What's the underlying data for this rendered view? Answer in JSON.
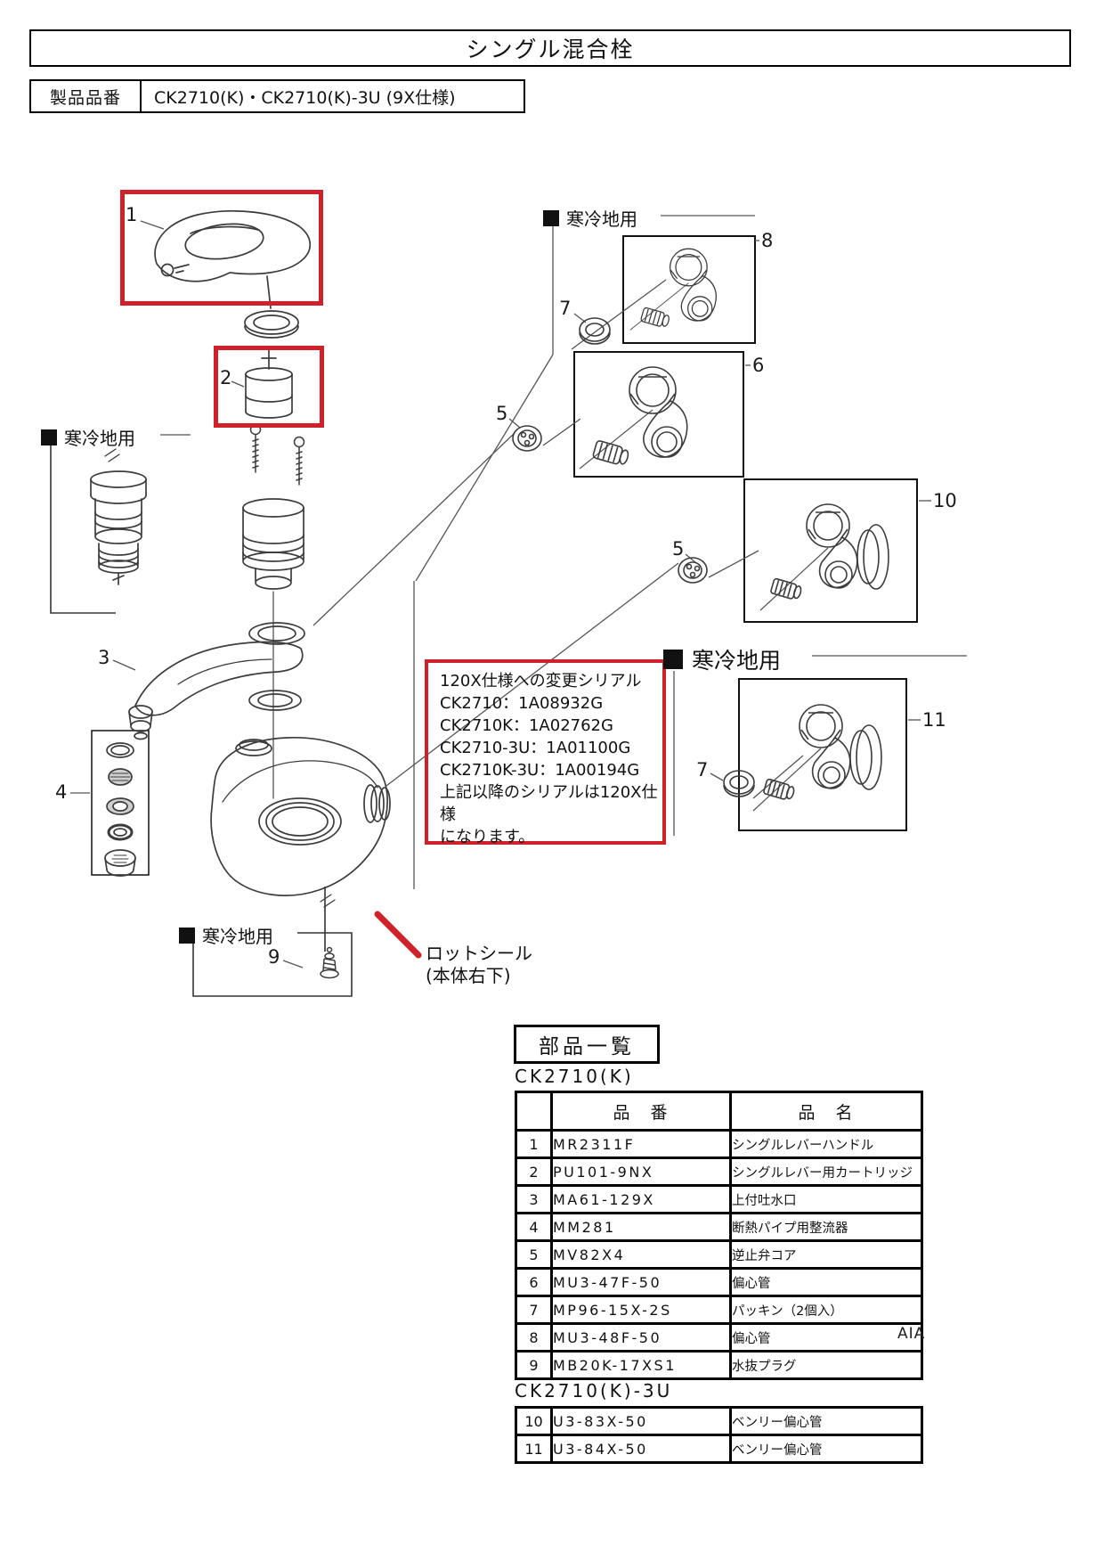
{
  "title": "シングル混合栓",
  "product": {
    "label": "製品品番",
    "value": "CK2710(K)・CK2710(K)-3U (9X仕様)"
  },
  "diagram": {
    "cold_region_label": "寒冷地用",
    "callouts": {
      "c1": "1",
      "c2": "2",
      "c3": "3",
      "c4": "4",
      "c5a": "5",
      "c5b": "5",
      "c6": "6",
      "c7a": "7",
      "c7b": "7",
      "c8": "8",
      "c9": "9",
      "c10": "10",
      "c11": "11"
    },
    "serial_note": {
      "lines": [
        "120X仕様への変更シリアル",
        "CK2710：1A08932G",
        "CK2710K：1A02762G",
        "CK2710-3U：1A01100G",
        "CK2710K-3U：1A00194G",
        "上記以降のシリアルは120X仕様",
        "になります。"
      ]
    },
    "lot_seal": {
      "label": "ロットシール",
      "sub": "(本体右下)"
    }
  },
  "parts_list": {
    "title": "部品一覧",
    "headers": {
      "code": "品　番",
      "name": "品　名"
    },
    "groups": [
      {
        "model": "CK2710(K)",
        "rows": [
          {
            "no": "1",
            "code": "MR2311F",
            "name": "シングルレバーハンドル"
          },
          {
            "no": "2",
            "code": "PU101-9NX",
            "name": "シングルレバー用カートリッジ"
          },
          {
            "no": "3",
            "code": "MA61-129X",
            "name": "上付吐水口"
          },
          {
            "no": "4",
            "code": "MM281",
            "name": "断熱パイプ用整流器"
          },
          {
            "no": "5",
            "code": "MV82X4",
            "name": "逆止弁コア"
          },
          {
            "no": "6",
            "code": "MU3-47F-50",
            "name": "偏心管"
          },
          {
            "no": "7",
            "code": "MP96-15X-2S",
            "name": "パッキン（2個入）"
          },
          {
            "no": "8",
            "code": "MU3-48F-50",
            "name": "偏心管"
          },
          {
            "no": "9",
            "code": "MB20K-17XS1",
            "name": "水抜プラグ"
          }
        ]
      },
      {
        "model": "CK2710(K)-3U",
        "rows": [
          {
            "no": "10",
            "code": "U3-83X-50",
            "name": "ベンリー偏心管"
          },
          {
            "no": "11",
            "code": "U3-84X-50",
            "name": "ベンリー偏心管"
          }
        ]
      }
    ]
  },
  "footer": {
    "code": "AIA"
  },
  "colors": {
    "accent_red": "#d0202a",
    "line_dark": "#3c3c3c"
  }
}
